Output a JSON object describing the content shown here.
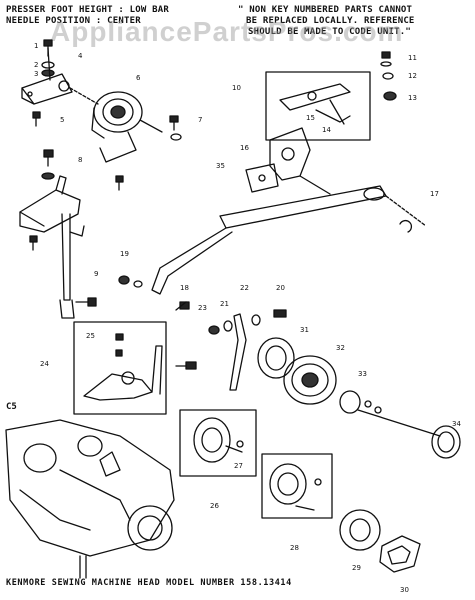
{
  "header": {
    "left_line1": "PRESSER FOOT HEIGHT : LOW BAR",
    "left_line2": "NEEDLE POSITION : CENTER",
    "right_line1": "\" NON KEY NUMBERED PARTS CANNOT",
    "right_line2": "BE REPLACED LOCALLY. REFERENCE",
    "right_line3": "SHOULD BE MADE TO CODE UNIT.\""
  },
  "watermark": "AppliancePartsPros.com",
  "section_label": "C5",
  "footer": "KENMORE SEWING MACHINE HEAD  MODEL NUMBER 158.13414",
  "part_numbers": [
    "1",
    "2",
    "3",
    "4",
    "5",
    "6",
    "7",
    "8",
    "9",
    "10",
    "11",
    "12",
    "13",
    "14",
    "15",
    "16",
    "17",
    "18",
    "19",
    "20",
    "21",
    "22",
    "23",
    "24",
    "25",
    "26",
    "27",
    "28",
    "29",
    "30",
    "31",
    "32",
    "33",
    "34",
    "35"
  ]
}
